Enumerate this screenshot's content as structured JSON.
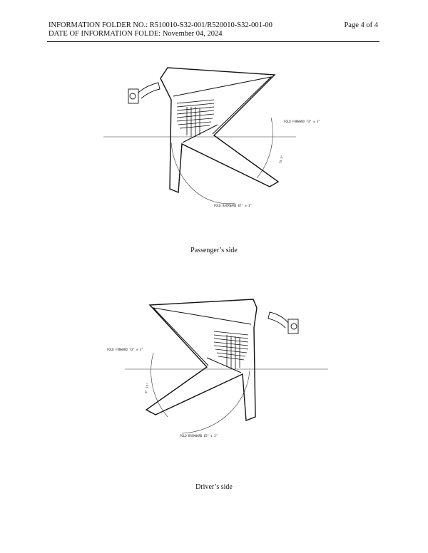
{
  "header": {
    "folder_line": "INFORMATION FOLDER NO.: R510010-S32-001/R520010-S32-001-00",
    "date_line": "DATE  OF  INFORMATION FOLDE: November 04, 2024",
    "page": "Page  4  of  4"
  },
  "figures": [
    {
      "caption": "Passenger’s side",
      "fold_forward": "FOLD FORWARD 73°  ± 3°",
      "fold_backward": "FOLD BACKWARD 67°  ± 3°",
      "angle": "73.5°"
    },
    {
      "caption": "Driver’s side",
      "fold_forward": "FOLD FORWARD 73°  ± 3°",
      "fold_backward": "FOLD BACKWARD 65°  ± 3°",
      "angle": "8° 15°"
    }
  ]
}
